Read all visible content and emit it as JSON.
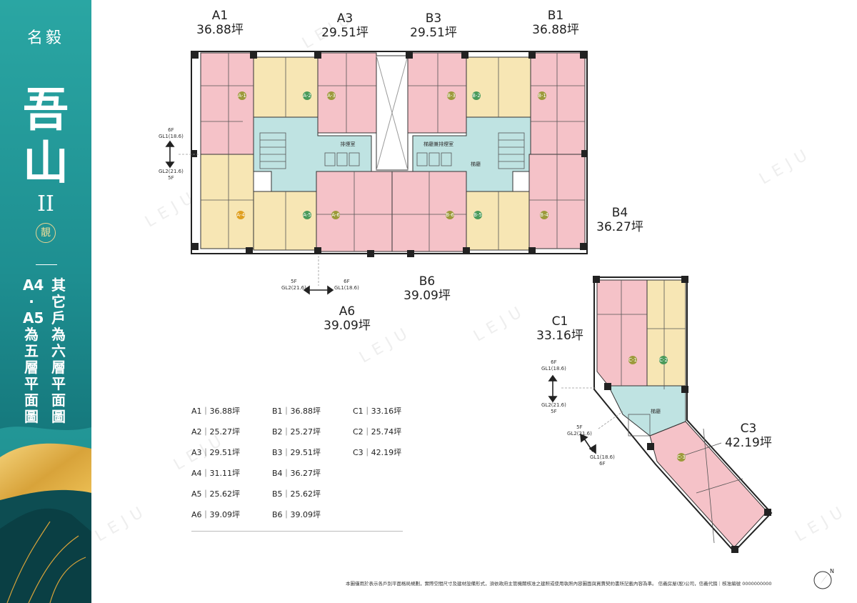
{
  "sidebar": {
    "brand_small": "名毅",
    "brand_big": [
      "吾",
      "山"
    ],
    "brand_roman": "II",
    "brand_seal": "靚",
    "note_left": [
      "A4",
      "·",
      "A5",
      "為",
      "五",
      "層",
      "平",
      "面",
      "圖"
    ],
    "note_right": [
      "其",
      "它",
      "戶",
      "為",
      "六",
      "層",
      "平",
      "面",
      "圖"
    ]
  },
  "watermark": "LEJU",
  "units": {
    "A1": {
      "name": "A1",
      "size": "36.88坪"
    },
    "A3": {
      "name": "A3",
      "size": "29.51坪"
    },
    "B3": {
      "name": "B3",
      "size": "29.51坪"
    },
    "B1": {
      "name": "B1",
      "size": "36.88坪"
    },
    "B4": {
      "name": "B4",
      "size": "36.27坪"
    },
    "B6": {
      "name": "B6",
      "size": "39.09坪"
    },
    "A6": {
      "name": "A6",
      "size": "39.09坪"
    },
    "C1": {
      "name": "C1",
      "size": "33.16坪"
    },
    "C3": {
      "name": "C3",
      "size": "42.19坪"
    }
  },
  "plan_tags": [
    "A-1",
    "A-2",
    "A-3",
    "B-3",
    "B-2",
    "B-1",
    "A-4",
    "A-5",
    "A-6",
    "B-6",
    "B-5",
    "B-4",
    "C-1",
    "C-2",
    "C-3"
  ],
  "rooms": {
    "a_core": "排煙室",
    "b_core": "梯廳兼排煙室",
    "b_hall": "梯廳",
    "c_hall": "梯廳"
  },
  "gl_notes": {
    "left": {
      "top": "6F",
      "gl1": "GL1(18.6)",
      "gl2": "GL2(21.6)",
      "bottom": "5F"
    },
    "mid": {
      "l_floor": "5F",
      "l_gl": "GL2(21.6)",
      "r_floor": "6F",
      "r_gl": "GL1(18.6)"
    },
    "c1": {
      "top": "6F",
      "gl1": "GL1(18.6)",
      "gl2": "GL2(21.6)",
      "bottom": "5F"
    },
    "c3": {
      "a": "5F",
      "b": "GL2(21.6)",
      "c": "GL1(18.6)",
      "d": "6F"
    }
  },
  "legend": {
    "col1": [
      "A1｜36.88坪",
      "A2｜25.27坪",
      "A3｜29.51坪",
      "A4｜31.11坪",
      "A5｜25.62坪",
      "A6｜39.09坪"
    ],
    "col2": [
      "B1｜36.88坪",
      "B2｜25.27坪",
      "B3｜29.51坪",
      "B4｜36.27坪",
      "B5｜25.62坪",
      "B6｜39.09坪"
    ],
    "col3": [
      "C1｜33.16坪",
      "C2｜25.74坪",
      "C3｜42.19坪"
    ]
  },
  "footer": "本圖僅用於表示各戶別平面格局規劃，實際空間尺寸及建材設備形式，須依政府主管機關核准之建照或使用執照內容圖面與買賣契約書所記載內容為準。 信義房屋(股)公司，信義代銷｜核准編號 0000000000",
  "compass": "N",
  "colors": {
    "pink": "#f5c2c8",
    "yellow": "#f7e6b4",
    "teal": "#bfe3e2",
    "accent": "#1e8f91"
  }
}
